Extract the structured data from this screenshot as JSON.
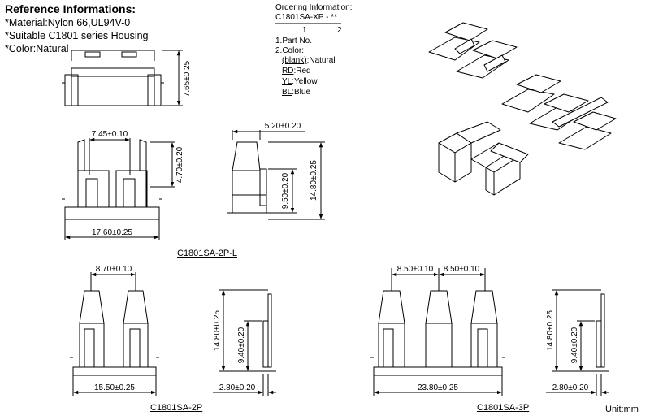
{
  "reference": {
    "title": "Reference Informations:",
    "lines": [
      "*Material:Nylon 66,UL94V-0",
      "*Suitable C1801 series Housing",
      "*Color:Natural"
    ]
  },
  "ordering": {
    "title": "Ordering Information:",
    "code": "C1801SA-XP",
    "dash": "-",
    "suffix": "**",
    "n1": "1",
    "n2": "2",
    "part_no": "1.Part No.",
    "color_title": "2.Color:",
    "colors": [
      {
        "code": "(blank)",
        "name": ":Natural"
      },
      {
        "code": "RD",
        "name": ":Red"
      },
      {
        "code": "YL",
        "name": ":Yellow"
      },
      {
        "code": "BL",
        "name": ":Blue"
      }
    ]
  },
  "dims": {
    "top_height": "7.65±0.25",
    "p2l_pitch": "7.45±0.10",
    "p2l_upper": "4.70±0.20",
    "p2l_width": "17.60±0.25",
    "p2l_side_w": "5.20±0.20",
    "p2l_side_inner": "9.50±0.20",
    "p2l_side_h": "14.80±0.25",
    "p2_pitch": "8.70±0.10",
    "p2_width": "15.50±0.25",
    "p2_side_h": "14.80±0.25",
    "p2_side_inner": "9.40±0.20",
    "p2_side_w": "2.80±0.20",
    "p3_pitch1": "8.50±0.10",
    "p3_pitch2": "8.50±0.10",
    "p3_width": "23.80±0.25",
    "p3_side_h": "14.80±0.25",
    "p3_side_inner": "9.40±0.20",
    "p3_side_w": "2.80±0.20"
  },
  "captions": {
    "p2l": "C1801SA-2P-L",
    "p2": "C1801SA-2P",
    "p3": "C1801SA-3P"
  },
  "unit": "Unit:mm"
}
